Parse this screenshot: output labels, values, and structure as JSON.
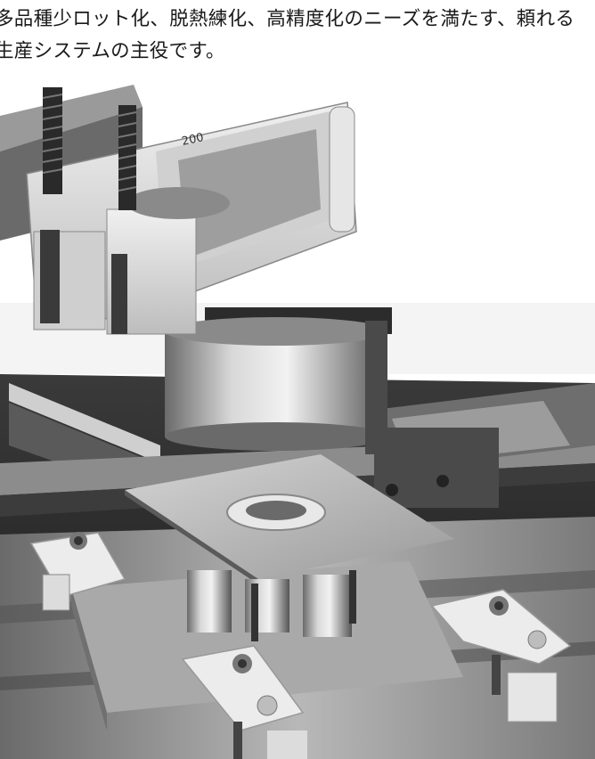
{
  "caption": {
    "line1": "多品種少ロット化、脱熱練化、高精度化のニーズを満たす、頼れる",
    "line2": "生産システムの主役です。"
  },
  "photo": {
    "stamp_text": "200"
  }
}
